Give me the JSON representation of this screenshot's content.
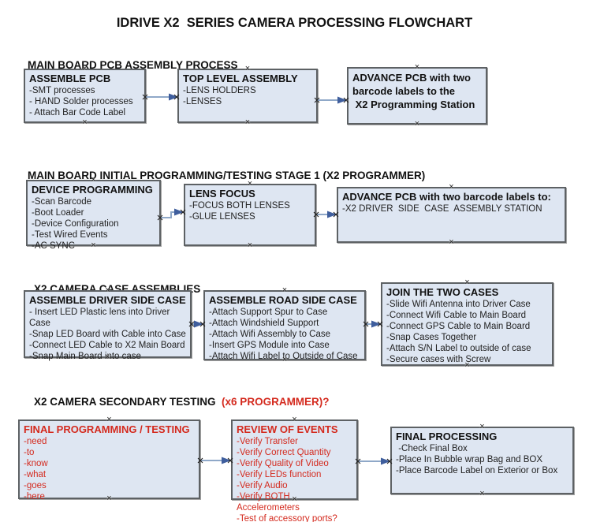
{
  "title": "IDRIVE X2  SERIES CAMERA PROCESSING FLOWCHART",
  "colors": {
    "box_fill": "#dee6f2",
    "box_border": "#5d6164",
    "red_text": "#d42a1e",
    "arrow_line": "#8fa8c8",
    "arrow_head": "#3f5e9d"
  },
  "sections": [
    {
      "heading": "MAIN BOARD PCB ASSEMBLY PROCESS",
      "boxes": [
        {
          "title": "ASSEMBLE PCB",
          "items": [
            "-SMT processes",
            "- HAND Solder processes",
            "- Attach Bar Code Label"
          ]
        },
        {
          "title": "TOP LEVEL ASSEMBLY",
          "items": [
            "-LENS HOLDERS",
            "-LENSES"
          ]
        },
        {
          "title": "ADVANCE PCB with two\nbarcode labels to the\n X2 Programming Station",
          "items": []
        }
      ]
    },
    {
      "heading": "MAIN BOARD INITIAL PROGRAMMING/TESTING STAGE 1 (X2 PROGRAMMER)",
      "boxes": [
        {
          "title": "DEVICE PROGRAMMING",
          "items": [
            "-Scan Barcode",
            "-Boot Loader",
            "-Device Configuration",
            "-Test Wired Events",
            "-AC SYNC"
          ]
        },
        {
          "title": "LENS FOCUS",
          "items": [
            "-FOCUS BOTH LENSES",
            "-GLUE LENSES"
          ]
        },
        {
          "title": "ADVANCE PCB with two barcode labels to:",
          "items": [
            "-X2 DRIVER  SIDE  CASE  ASSEMBLY STATION"
          ]
        }
      ]
    },
    {
      "heading": "X2 CAMERA CASE ASSEMBLIES",
      "boxes": [
        {
          "title": "ASSEMBLE DRIVER SIDE CASE",
          "items": [
            "- Insert LED Plastic lens into Driver Case",
            "-Snap LED Board with Cable into Case",
            "-Connect LED Cable to X2 Main Board",
            "-Snap Main Board into case"
          ]
        },
        {
          "title": "ASSEMBLE ROAD SIDE CASE",
          "items": [
            "-Attach Support Spur to Case",
            "-Attach Windshield Support",
            "-Attach Wifi Assembly to Case",
            "-Insert GPS Module into Case",
            "-Attach Wifi Label to Outside of Case"
          ]
        },
        {
          "title": "JOIN THE TWO CASES",
          "items": [
            "-Slide Wifi Antenna into Driver Case",
            "-Connect Wifi Cable to Main Board",
            "-Connect GPS Cable to Main Board",
            "-Snap Cases Together",
            "-Attach S/N Label to outside of case",
            "-Secure cases with Screw"
          ]
        }
      ]
    },
    {
      "heading": "X2 CAMERA SECONDARY TESTING ",
      "heading_red": " (x6 PROGRAMMER)?",
      "boxes": [
        {
          "title": "FINAL PROGRAMMING / TESTING",
          "items": [
            "-need",
            "-to",
            "-know",
            "-what",
            "-goes",
            "-here"
          ]
        },
        {
          "title": "REVIEW OF EVENTS",
          "items": [
            "-Verify Transfer",
            "-Verify Correct Quantity",
            "-Verify Quality of Video",
            "-Verify LEDs function",
            "-Verify Audio",
            "-Verify BOTH Accelerometers",
            "-Test of accessory ports?"
          ]
        },
        {
          "title": "FINAL PROCESSING",
          "items": [
            " -Check Final Box",
            "-Place In Bubble wrap Bag and BOX",
            "-Place Barcode Label on Exterior or Box"
          ]
        }
      ]
    }
  ]
}
